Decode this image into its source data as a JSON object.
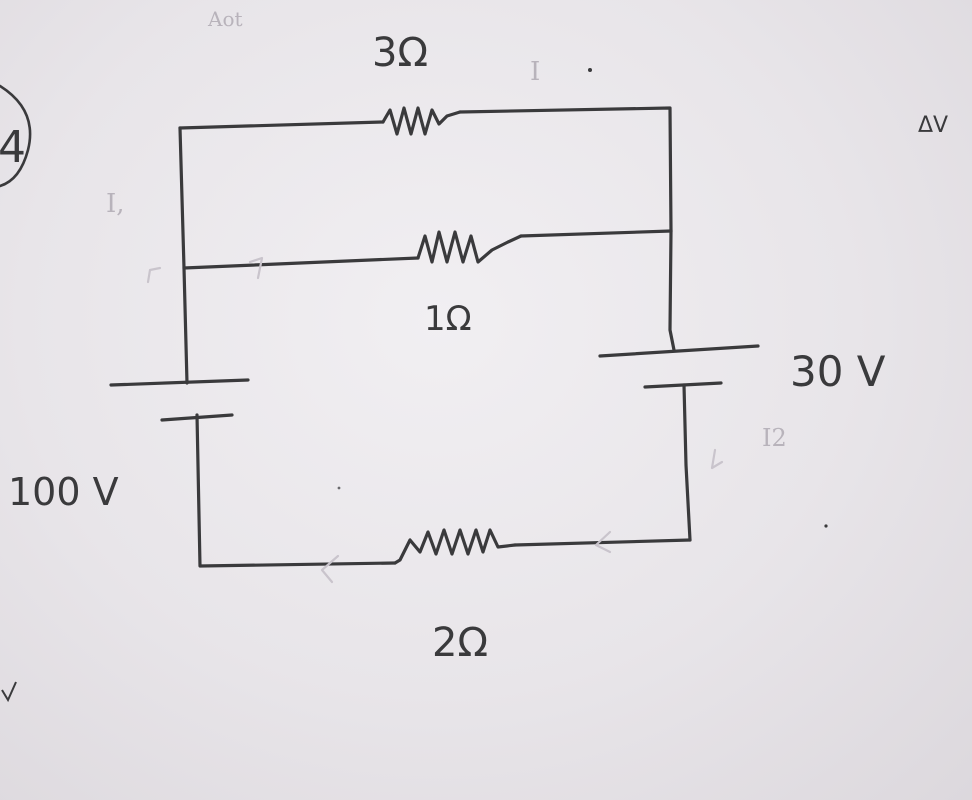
{
  "diagram": {
    "resistors": [
      {
        "label": "3Ω"
      },
      {
        "label": "1Ω"
      },
      {
        "label": "2Ω"
      }
    ],
    "batteries": [
      {
        "label": "100 V"
      },
      {
        "label": "30 V"
      }
    ],
    "faint_marks": {
      "top_scribble": "Aot",
      "current_top": "I",
      "current_left": "I,",
      "current_right": "I2",
      "right_edge": "ΔV",
      "left_edge": "4"
    }
  },
  "colors": {
    "ink": "#3a3a3c",
    "faint_ink": "#b8b3bb",
    "paper": "#ebe8ec"
  }
}
